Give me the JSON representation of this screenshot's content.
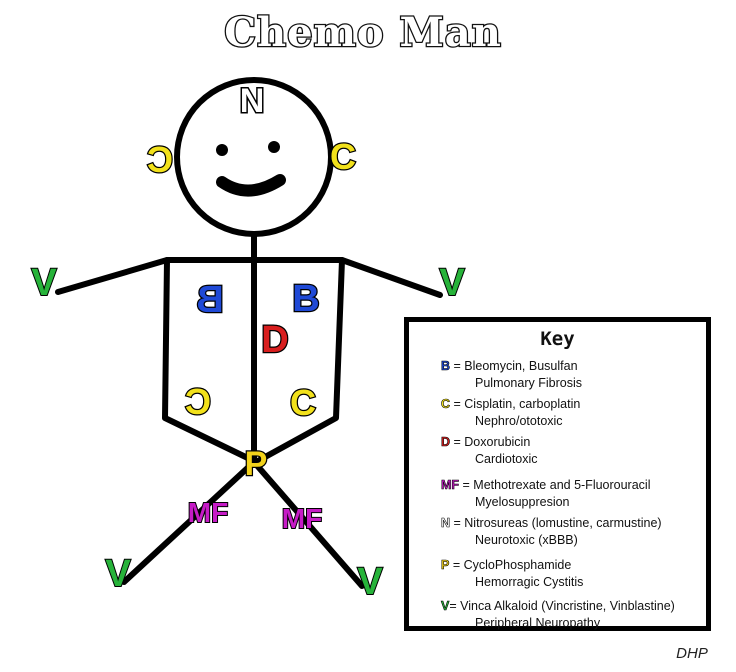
{
  "title": "Chemo Man",
  "credit": "DHP",
  "colors": {
    "B": "#1f49d6",
    "C": "#f2e11b",
    "D": "#d81e1e",
    "MF": "#c61bc6",
    "N": "#ffffff",
    "P": "#f2d21b",
    "V": "#27b33a"
  },
  "figure_labels": {
    "N": "N",
    "C": "C",
    "B": "B",
    "D": "D",
    "P": "P",
    "MF": "MF",
    "V": "V"
  },
  "key": {
    "title": "Key",
    "entries": [
      {
        "symbol": "B",
        "color": "#1f49d6",
        "line1": " = Bleomycin, Busulfan",
        "line2": "Pulmonary Fibrosis"
      },
      {
        "symbol": "C",
        "color": "#f2e11b",
        "line1": " = Cisplatin, carboplatin",
        "line2": "Nephro/ototoxic"
      },
      {
        "symbol": "D",
        "color": "#d81e1e",
        "line1": " = Doxorubicin",
        "line2": "Cardiotoxic"
      },
      {
        "symbol": "MF",
        "color": "#c61bc6",
        "line1": " = Methotrexate and 5-Fluorouracil",
        "line2": "Myelosuppresion"
      },
      {
        "symbol": "N",
        "color": "#ffffff",
        "line1": " = Nitrosureas (lomustine, carmustine)",
        "line2": "Neurotoxic (xBBB)"
      },
      {
        "symbol": "P",
        "color": "#f2d21b",
        "line1": " = CycloPhosphamide",
        "line2": "Hemorragic Cystitis"
      },
      {
        "symbol": "V",
        "color": "#27b33a",
        "line1": "= Vinca Alkaloid (Vincristine, Vinblastine)",
        "line2": "Peripheral Neuropathy"
      }
    ]
  }
}
